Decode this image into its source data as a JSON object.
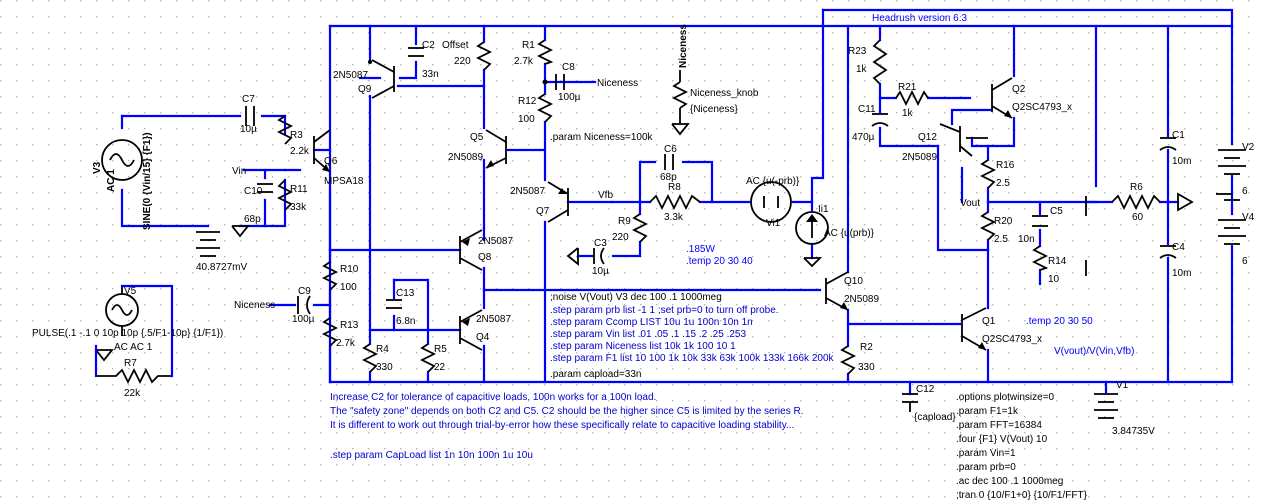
{
  "title": "Headrush version 6.3",
  "colors": {
    "background": "#ffffff",
    "grid": "#c8c8c8",
    "wire": "#0000ff",
    "component": "#000000",
    "directive": "#0000cc"
  },
  "labels": {
    "q9": "Q9",
    "q9_model": "2N5087",
    "c2": "C2",
    "c2_val": "33n",
    "offset": "Offset",
    "offset_val": "220",
    "r1": "R1",
    "r1_val": "2.7k",
    "c8": "C8",
    "c8_val": "100µ",
    "niceness_net1": "Niceness",
    "r12": "R12",
    "r12_val": "100",
    "niceness_vert": "Niceness",
    "knob": "Niceness_knob",
    "knob_val": "{Niceness}",
    "param_niceness": ".param Niceness=100k",
    "headrush": "Headrush version 6.3",
    "r23": "R23",
    "r23_val": "1k",
    "r21": "R21",
    "r21_val": "1k",
    "c11": "C11",
    "c11_val": "470µ",
    "q2": "Q2",
    "q2_model": "Q2SC4793_x",
    "q12": "Q12",
    "q12_model": "2N5089",
    "r16": "R16",
    "r16_val": "2.5",
    "c1": "C1",
    "c1_val": "10m",
    "v2": "V2",
    "v2_val": "6",
    "c7": "C7",
    "c7_val": "10µ",
    "r3": "R3",
    "r3_val": "2.2k",
    "q6": "Q6",
    "q6_model": "MPSA18",
    "vin": "Vin",
    "c10": "C10",
    "c10_val": "68p",
    "r11": "R11",
    "r11_val": "33k",
    "v3": "V3",
    "v3_ac": "AC 1",
    "v3_sine": "SINE(0 {Vin/15} {F1})",
    "v3_dc": "40.8727mV",
    "q5": "Q5",
    "q5_model": "2N5089",
    "c6": "C6",
    "c6_val": "68p",
    "r8": "R8",
    "r8_val": "3.3k",
    "vfb": "Vfb",
    "q7": "Q7",
    "q7_model": "2N5087",
    "ac_probe": "AC {u(-prb)}",
    "vi1": "Vi1",
    "ii1": "Ii1",
    "ii1_ac": "AC {u(prb)}",
    "vout": "Vout",
    "c5": "C5",
    "c5_val": "10n",
    "r6": "R6",
    "r6_val": "60",
    "r20": "R20",
    "r20_val": "2.5",
    "v4": "V4",
    "v4_val": "6",
    "r9": "R9",
    "r9_val": "220",
    "c3": "C3",
    "c3_val": "10µ",
    "q8": "Q8",
    "q8_model": "2N5087",
    "r10": "R10",
    "r10_val": "100",
    "power": ".185W",
    "temp1": ".temp 20 30 40",
    "r14": "R14",
    "r14_val": "10",
    "c4": "C4",
    "c4_val": "10m",
    "v5": "V5",
    "niceness_net2": "Niceness",
    "c9": "C9",
    "c9_val": "100µ",
    "c13": "C13",
    "c13_val": "6.8n",
    "q4": "Q4",
    "q4_model": "2N5087",
    "q10": "Q10",
    "q10_model": "2N5089",
    "v5_pulse": "PULSE(.1 -.1 0 10p 10p {.5/F1-10p} {1/F1})",
    "v5_ac": "AC AC 1",
    "r13": "R13",
    "r13_val": "2.7k",
    "r4": "R4",
    "r4_val": "330",
    "r5": "R5",
    "r5_val": "22",
    "q1": "Q1",
    "q1_model": "Q2SC4793_x",
    "temp2": ".temp 20 30 50",
    "r7": "R7",
    "r7_val": "22k",
    "r2": "R2",
    "r2_val": "330",
    "v_ratio": "V(vout)/V(Vin,Vfb)",
    "c12": "C12",
    "c12_val": "{capload}",
    "v1": "V1",
    "v1_val": "3.84735V"
  },
  "directives": [
    ";noise V(Vout) V3 dec 100 .1 1000meg",
    ".step param prb list -1 1 ;set prb=0 to turn off probe.",
    ".step param Ccomp LIST 10u 1u 100n 10n 1n",
    ".step param Vin list .01 .05 .1 .15 .2 .25 .253",
    ".step param Niceness list 10k 1k 100 10 1",
    ".step param F1 list 10 100 1k 10k 33k 63k 100k 133k 166k 200k",
    ".param capload=33n"
  ],
  "notes": [
    "Increase C2 for tolerance of capacitive loads. 100n works for a 100n load.",
    "The \"safety zone\" depends on both C2 and C5. C2 should be the higher since C5 is limited by the series R.",
    "It is different to work out through trial-by-error how these specifically relate to capacitive loading stability...",
    "",
    ".step param CapLoad list 1n 10n 100n 1u 10u"
  ],
  "sim_directives": [
    ".options plotwinsize=0",
    ".param F1=1k",
    ".param FFT=16384",
    ".four {F1} V(Vout) 10",
    ".param Vin=1",
    ".param prb=0",
    ".ac dec 100 .1 1000meg",
    ";tran 0 {10/F1+0} {10/F1/FFT}"
  ]
}
